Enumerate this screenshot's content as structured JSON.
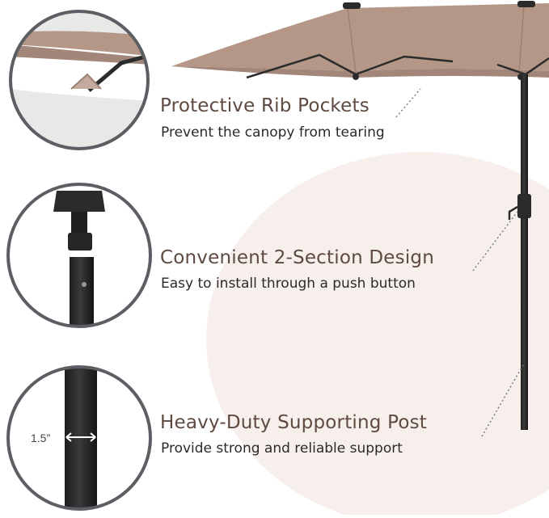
{
  "colors": {
    "canopy": "#b59787",
    "canopy_shade": "#a2867a",
    "pole": "#2b2b2b",
    "circle_border": "#5b5f63",
    "title": "#5e4a41",
    "subtitle": "#2a2a2a",
    "backdrop": "#f7efec"
  },
  "features": [
    {
      "title": "Protective Rib Pockets",
      "subtitle": "Prevent the canopy from tearing",
      "icon": "rib-pocket-closeup"
    },
    {
      "title": "Convenient 2-Section Design",
      "subtitle": "Easy to install through a push button",
      "icon": "pole-joint-closeup"
    },
    {
      "title": "Heavy-Duty Supporting Post",
      "subtitle": "Provide strong and reliable support",
      "icon": "pole-diameter-closeup"
    }
  ],
  "measurement": {
    "label": "1.5”"
  }
}
